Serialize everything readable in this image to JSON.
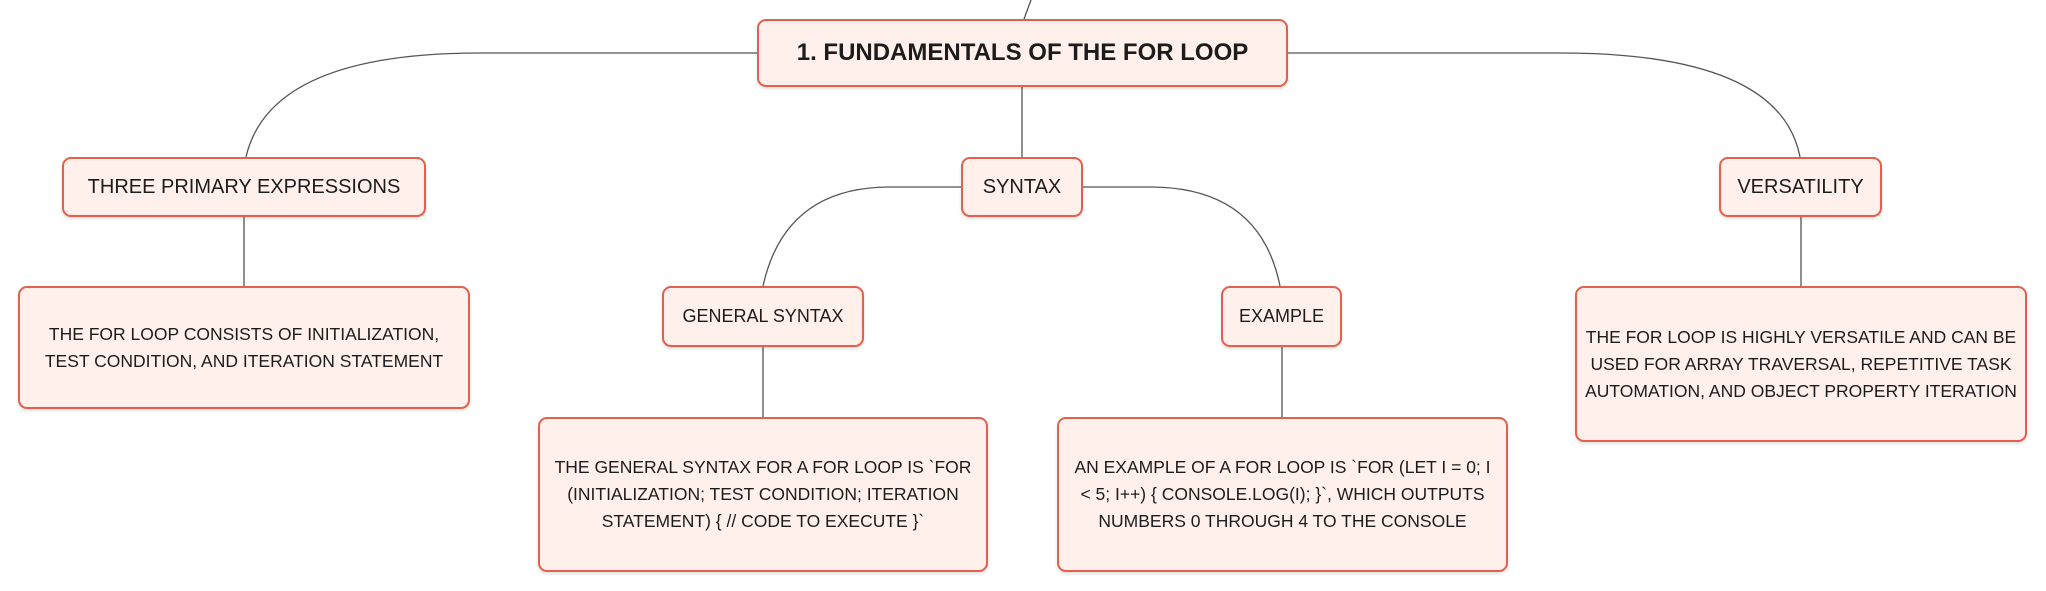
{
  "root": {
    "label": "1. Fundamentals of the for loop"
  },
  "branches": {
    "three_primary": {
      "label": "Three primary expressions",
      "detail": "The for loop consists of initialization, test condition, and iteration statement"
    },
    "syntax": {
      "label": "Syntax",
      "general": {
        "label": "General syntax",
        "detail": "The general syntax for a for loop is `for (initialization; test condition; iteration statement) { // code to execute }`"
      },
      "example": {
        "label": "Example",
        "detail": "An example of a for loop is `for (let i = 0; i < 5; i++) { console.log(i); }`, which outputs numbers 0 through 4 to the console"
      }
    },
    "versatility": {
      "label": "Versatility",
      "detail": "The for loop is highly versatile and can be used for array traversal, repetitive task automation, and object property iteration"
    }
  },
  "colors": {
    "node_fill": "#fff0ec",
    "node_border": "#e2604c",
    "connector": "#555555"
  }
}
